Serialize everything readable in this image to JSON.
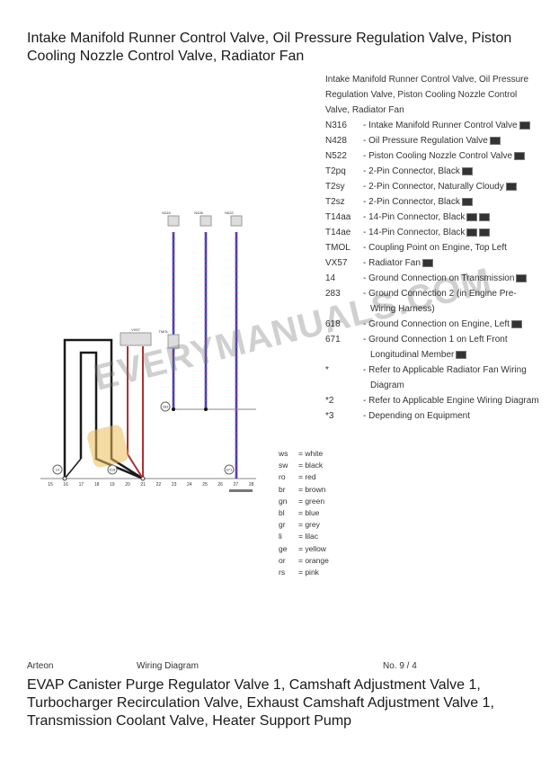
{
  "title": "Intake Manifold Runner Control Valve, Oil Pressure Regulation Valve, Piston Cooling Nozzle Control Valve, Radiator Fan",
  "legend": {
    "heading": "Intake Manifold Runner Control Valve, Oil Pressure Regulation Valve, Piston Cooling Nozzle Control Valve, Radiator Fan",
    "items": [
      {
        "code": "N316",
        "desc": "Intake Manifold Runner Control Valve",
        "pics": 1
      },
      {
        "code": "N428",
        "desc": "Oil Pressure Regulation Valve",
        "pics": 1
      },
      {
        "code": "N522",
        "desc": "Piston Cooling Nozzle Control Valve",
        "pics": 1
      },
      {
        "code": "T2pq",
        "desc": "2-Pin Connector, Black",
        "pics": 1
      },
      {
        "code": "T2sy",
        "desc": "2-Pin Connector, Naturally Cloudy",
        "pics": 1
      },
      {
        "code": "T2sz",
        "desc": "2-Pin Connector, Black",
        "pics": 1
      },
      {
        "code": "T14aa",
        "desc": "14-Pin Connector, Black",
        "pics": 2
      },
      {
        "code": "T14ae",
        "desc": "14-Pin Connector, Black",
        "pics": 2
      },
      {
        "code": "TMOL",
        "desc": "Coupling Point on Engine, Top Left",
        "pics": 0
      },
      {
        "code": "VX57",
        "desc": "Radiator Fan",
        "pics": 1
      },
      {
        "code": "14",
        "desc": "Ground Connection on Transmission",
        "pics": 1
      },
      {
        "code": "283",
        "desc": "Ground Connection 2 (in Engine Pre-Wiring Harness)",
        "pics": 0
      },
      {
        "code": "618",
        "desc": "Ground Connection on Engine, Left",
        "pics": 1
      },
      {
        "code": "671",
        "desc": "Ground Connection 1 on Left Front Longitudinal Member",
        "pics": 1
      },
      {
        "code": "*",
        "desc": "Refer to Applicable Radiator Fan Wiring Diagram",
        "pics": 0
      },
      {
        "code": "*2",
        "desc": "Refer to Applicable Engine Wiring Diagram",
        "pics": 0
      },
      {
        "code": "*3",
        "desc": "Depending on Equipment",
        "pics": 0
      }
    ]
  },
  "wire_colors": [
    {
      "abbr": "ws",
      "name": "white"
    },
    {
      "abbr": "sw",
      "name": "black"
    },
    {
      "abbr": "ro",
      "name": "red"
    },
    {
      "abbr": "br",
      "name": "brown"
    },
    {
      "abbr": "gn",
      "name": "green"
    },
    {
      "abbr": "bl",
      "name": "blue"
    },
    {
      "abbr": "gr",
      "name": "grey"
    },
    {
      "abbr": "li",
      "name": "lilac"
    },
    {
      "abbr": "ge",
      "name": "yellow"
    },
    {
      "abbr": "or",
      "name": "orange"
    },
    {
      "abbr": "rs",
      "name": "pink"
    }
  ],
  "diagram": {
    "components": [
      "N316",
      "N428",
      "N522",
      "VX57",
      "TMOL"
    ],
    "grounds": [
      "14",
      "618",
      "283",
      "671"
    ],
    "pins": [
      "15",
      "16",
      "17",
      "18",
      "19",
      "20",
      "21",
      "22",
      "23",
      "24",
      "25",
      "26",
      "27",
      "28"
    ],
    "colors": {
      "black": "#1a1a1a",
      "red": "#b03030",
      "violet": "#7a3a9a",
      "blue": "#3040c0"
    }
  },
  "watermark": "EVERYMANUALS.COM",
  "footer": {
    "model": "Arteon",
    "type": "Wiring Diagram",
    "page": "No.  9 / 4"
  },
  "next_title": "EVAP Canister Purge Regulator Valve 1, Camshaft Adjustment Valve 1, Turbocharger Recirculation Valve, Exhaust Camshaft Adjustment Valve 1, Transmission Coolant Valve, Heater Support Pump"
}
